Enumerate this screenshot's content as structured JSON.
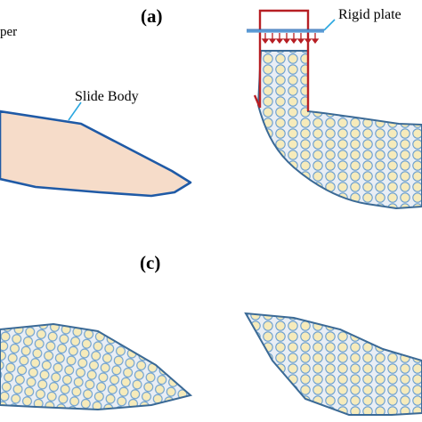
{
  "panels": {
    "a": {
      "label": "(a)"
    },
    "c": {
      "label": "(c)"
    }
  },
  "annotations": {
    "partial_left_text": "per",
    "slide_body": "Slide Body",
    "rigid_plate": "Rigid plate"
  },
  "colors": {
    "slide_body_fill": "#f6dcc9",
    "outline_blue": "#1f5aa6",
    "granular_outline": "#3b6a96",
    "particle_fill": "#f6ebbb",
    "particle_stroke": "#6b9fcf",
    "background_between_particles": "#e9eef5",
    "box_red": "#b71f24",
    "rigid_plate_blue": "#5b9bd5",
    "callout_cyan": "#2aa7e0"
  }
}
